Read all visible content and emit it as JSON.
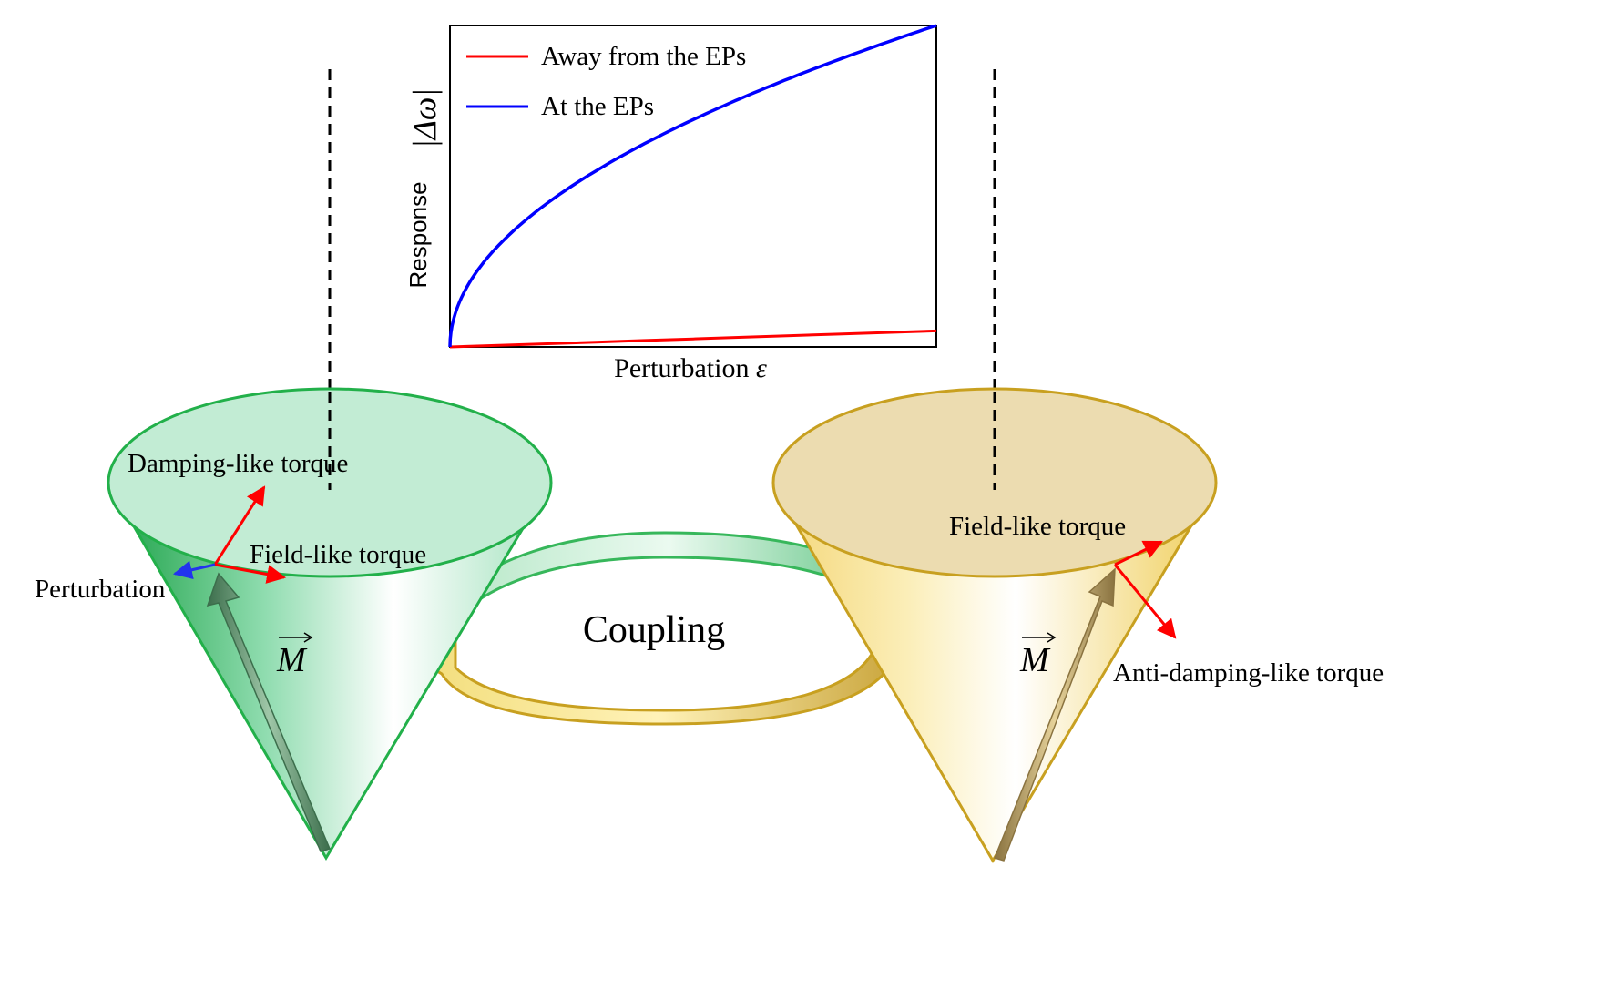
{
  "inset_chart": {
    "type": "line",
    "xlabel": "Perturbation",
    "xlabel_symbol": "ε",
    "ylabel_word": "Response",
    "ylabel_symbol": "|Δω|",
    "legend_position": "top-left",
    "xlim": [
      0,
      1
    ],
    "ylim": [
      0,
      1
    ],
    "grid": false,
    "series": [
      {
        "name": "Away from the EPs",
        "color": "#ff0000",
        "x": [
          0,
          0.1,
          0.2,
          0.3,
          0.4,
          0.5,
          0.6,
          0.7,
          0.8,
          0.9,
          1.0
        ],
        "y": [
          0,
          0.005,
          0.01,
          0.015,
          0.02,
          0.025,
          0.03,
          0.035,
          0.04,
          0.045,
          0.05
        ]
      },
      {
        "name": "At the EPs",
        "color": "#0000ff",
        "x": [
          0,
          0.005,
          0.02,
          0.05,
          0.1,
          0.2,
          0.3,
          0.4,
          0.5,
          0.6,
          0.7,
          0.8,
          0.9,
          1.0
        ],
        "y": [
          0,
          0.071,
          0.141,
          0.224,
          0.316,
          0.447,
          0.548,
          0.632,
          0.707,
          0.775,
          0.837,
          0.894,
          0.949,
          1.0
        ]
      }
    ]
  },
  "diagram": {
    "center_label": "Coupling",
    "left_cone": {
      "color": "#22b04a",
      "fill": "#c2ecd4",
      "labels": {
        "damping": "Damping-like torque",
        "field": "Field-like torque",
        "perturbation": "Perturbation",
        "moment": "M"
      }
    },
    "right_cone": {
      "color": "#c8a020",
      "fill": "#ecdcb0",
      "labels": {
        "field": "Field-like torque",
        "anti_damping": "Anti-damping-like torque",
        "moment": "M"
      }
    },
    "torque_arrow_color": "#ff0000",
    "perturbation_arrow_color": "#2233ee"
  }
}
